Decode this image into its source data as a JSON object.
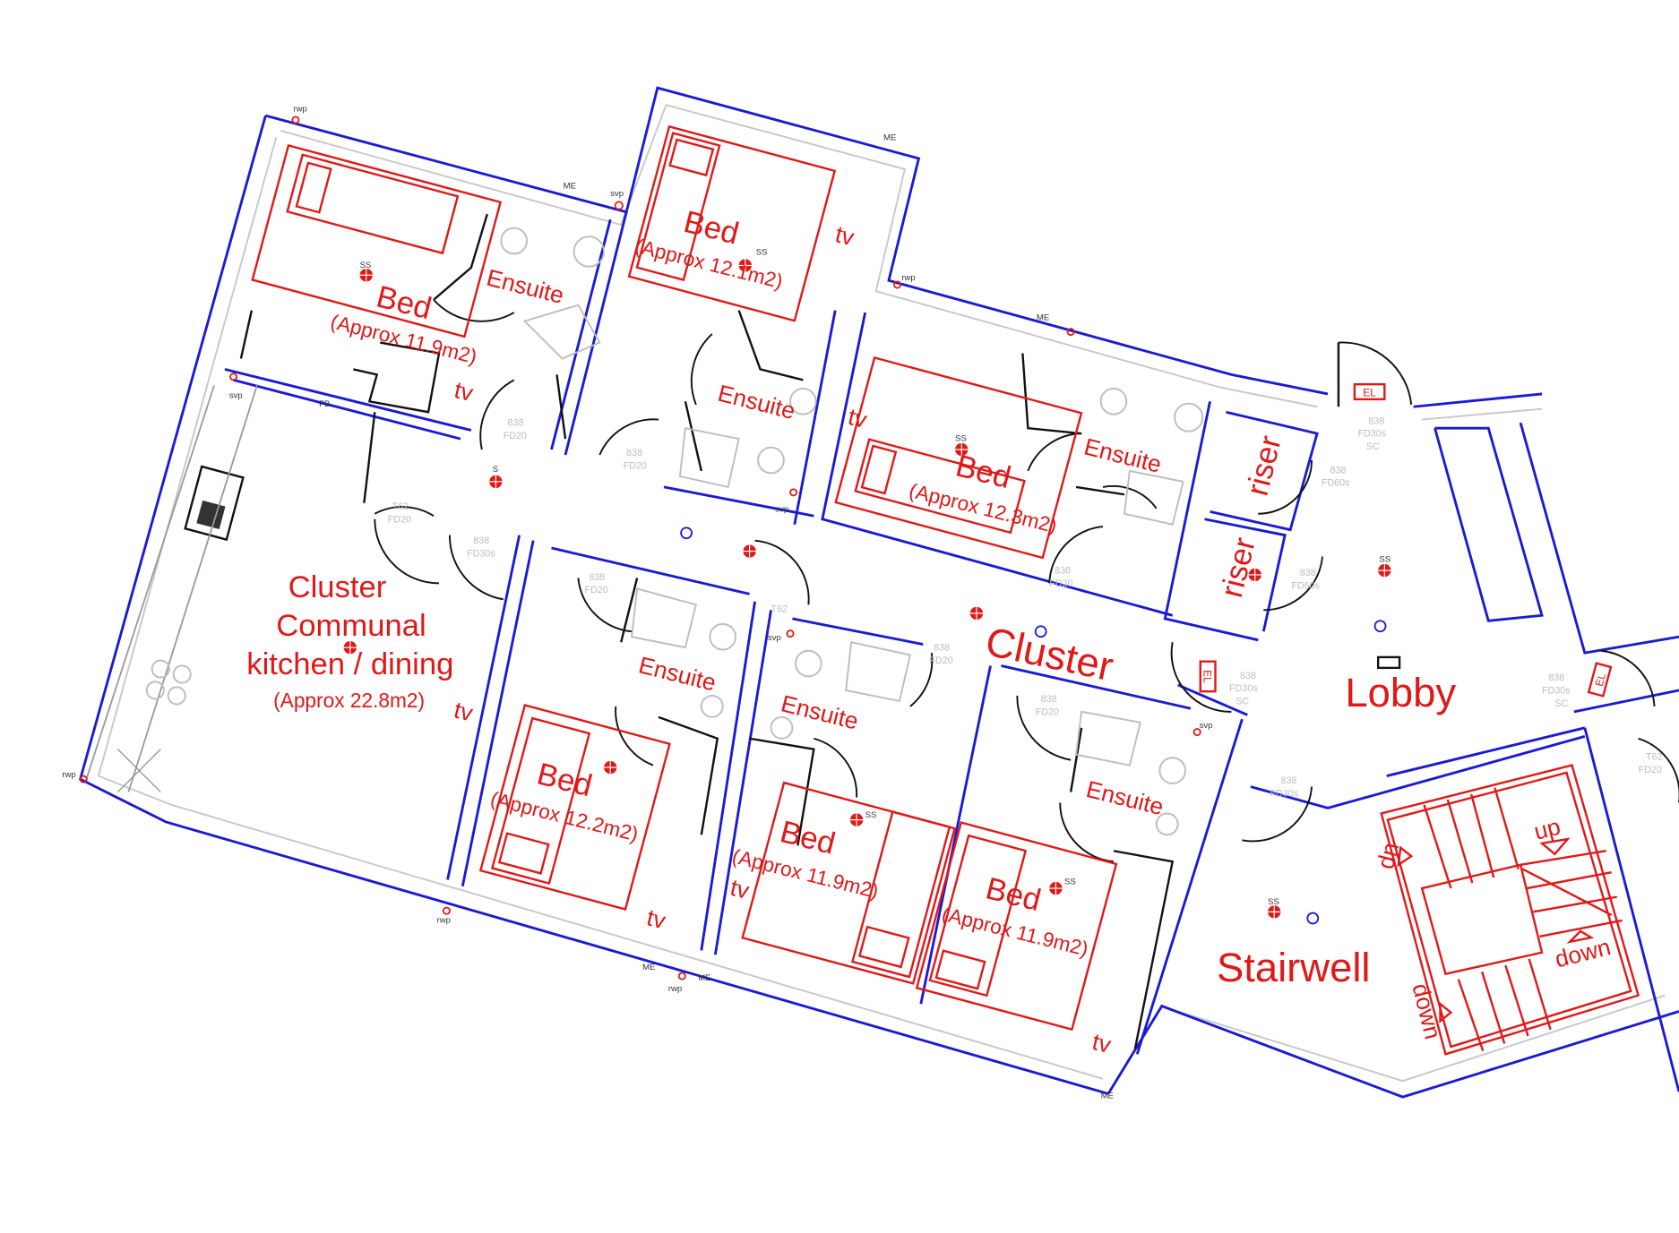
{
  "plan": {
    "bed_1": {
      "label": "Bed",
      "area": "(Approx 11.9m2)",
      "tv": "tv"
    },
    "bed_2": {
      "label": "Bed",
      "area": "(Approx 12.1m2)",
      "tv": "tv"
    },
    "bed_3": {
      "label": "Bed",
      "area": "(Approx 12.3m2)",
      "tv": "tv"
    },
    "bed_4": {
      "label": "Bed",
      "area": "(Approx 12.2m2)",
      "tv": "tv"
    },
    "bed_5": {
      "label": "Bed",
      "area": "(Approx 11.9m2)",
      "tv": "tv"
    },
    "bed_6": {
      "label": "Bed",
      "area": "(Approx 11.9m2)",
      "tv": "tv"
    },
    "ensuite": "Ensuite",
    "kitchen": {
      "line1": "Cluster",
      "line2": "Communal",
      "line3": "kitchen / dining",
      "area": "(Approx 22.8m2)",
      "tv": "tv"
    },
    "cluster": "Cluster",
    "lobby": "Lobby",
    "stairwell": "Stairwell",
    "riser": "riser",
    "stairs": {
      "up": "up",
      "down": "down"
    },
    "el": "EL"
  },
  "annotations": {
    "svp": "svp",
    "rwp": "rwp",
    "me": "ME",
    "ss": "SS",
    "fb": "FB",
    "s": "S",
    "door_838": "838",
    "door_t62": "T62",
    "fd20": "FD20",
    "fd30s": "FD30s",
    "fd60s": "FD60s",
    "sc": "SC"
  },
  "colors": {
    "wall": "#1a1ad6",
    "annotation_red": "#e01818",
    "fixture_gray": "#bdbdbd",
    "door_black": "#111111"
  }
}
